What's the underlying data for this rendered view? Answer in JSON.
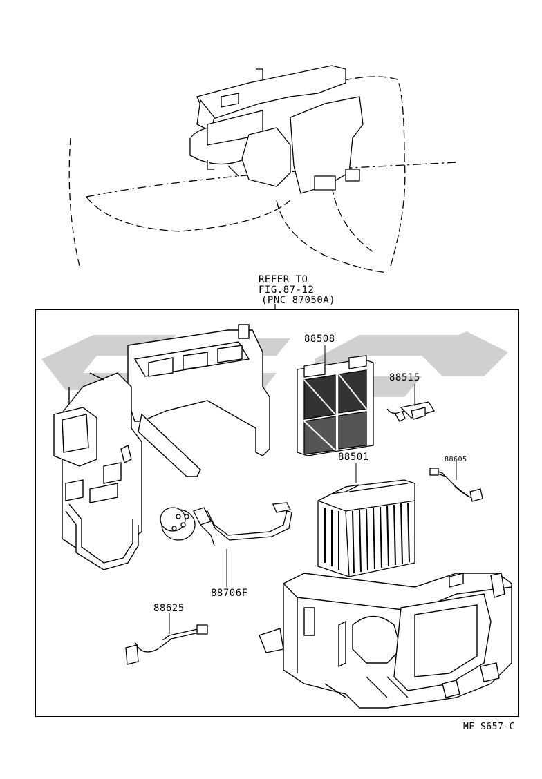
{
  "refer_note": {
    "line1": "REFER TO",
    "line2": "FIG.87-12",
    "line3": "(PNC 87050A)"
  },
  "part_labels": {
    "p88508": "88508",
    "p88515": "88515",
    "p88501": "88501",
    "p88605": "88605",
    "p88706F": "88706F",
    "p88625": "88625"
  },
  "figure_code": "ME S657-C",
  "colors": {
    "line": "#000000",
    "watermark": "#c8c8c8"
  }
}
